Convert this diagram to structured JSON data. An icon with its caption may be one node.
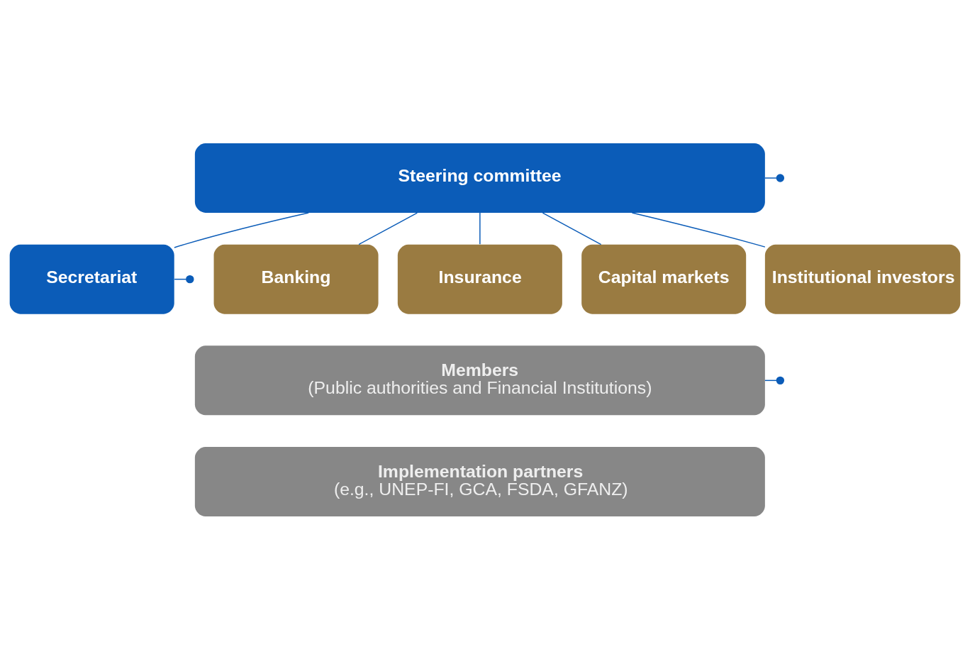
{
  "diagram": {
    "nodes": [
      {
        "text": [
          "Steering committee"
        ]
      },
      {
        "text": [
          "Secretariat"
        ]
      },
      {
        "text": [
          "Banking"
        ]
      },
      {
        "text": [
          "Insurance"
        ]
      },
      {
        "text": [
          "Capital markets"
        ]
      },
      {
        "text": [
          "Institutional investors"
        ]
      },
      {
        "text": [
          "Members",
          "(Public authorities and Financial Institutions)"
        ]
      },
      {
        "text": [
          "Implementation partners",
          "(e.g., UNEP-FI, GCA, FSDA, GFANZ)"
        ]
      }
    ],
    "edges": [
      {
        "from": 0,
        "to": 1,
        "arrow": "none"
      },
      {
        "from": 0,
        "to": 2,
        "arrow": "none"
      },
      {
        "from": 0,
        "to": 3,
        "arrow": "none"
      },
      {
        "from": 0,
        "to": 4,
        "arrow": "none"
      },
      {
        "from": 0,
        "to": 5,
        "arrow": "none"
      },
      {
        "from": 0,
        "to": null,
        "arrow": "other"
      },
      {
        "from": 1,
        "to": null,
        "arrow": "other"
      },
      {
        "from": 6,
        "to": null,
        "arrow": "other"
      }
    ]
  }
}
